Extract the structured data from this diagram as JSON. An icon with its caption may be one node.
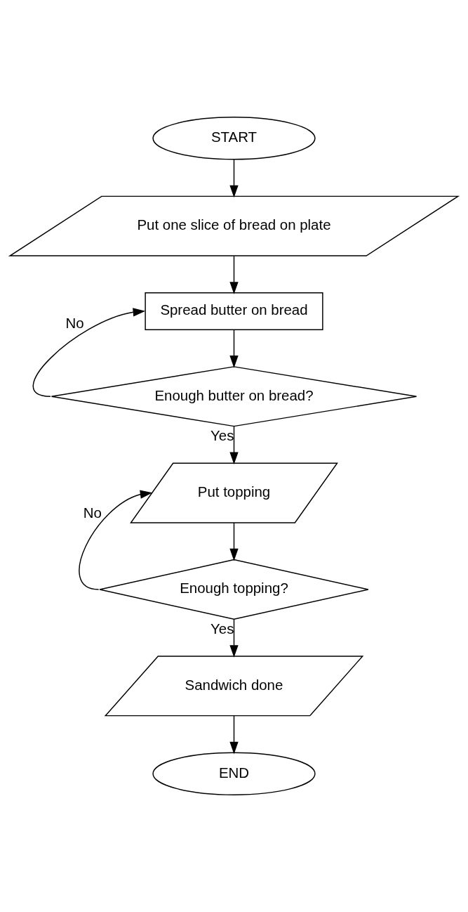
{
  "diagram": {
    "nodes": [
      {
        "text": [
          "START"
        ]
      },
      {
        "text": [
          "Put one slice of bread on plate"
        ]
      },
      {
        "text": [
          "Spread butter on bread"
        ]
      },
      {
        "text": [
          "Enough butter on bread?"
        ]
      },
      {
        "text": [
          "Put topping"
        ]
      },
      {
        "text": [
          "Enough topping?"
        ]
      },
      {
        "text": [
          "Sandwich done"
        ]
      },
      {
        "text": [
          "END"
        ]
      }
    ],
    "edges": [
      {
        "from": 0,
        "to": 1,
        "arrow": "to"
      },
      {
        "from": 1,
        "to": 2,
        "arrow": "to"
      },
      {
        "from": 2,
        "to": 3,
        "arrow": "to"
      },
      {
        "from": 3,
        "to": 2,
        "arrow": "to",
        "label": "No"
      },
      {
        "from": 3,
        "to": 4,
        "arrow": "to",
        "label": "Yes"
      },
      {
        "from": 4,
        "to": 5,
        "arrow": "to"
      },
      {
        "from": 5,
        "to": 4,
        "arrow": "to",
        "label": "No"
      },
      {
        "from": 5,
        "to": 6,
        "arrow": "to",
        "label": "Yes"
      },
      {
        "from": 6,
        "to": 7,
        "arrow": "to"
      }
    ]
  }
}
